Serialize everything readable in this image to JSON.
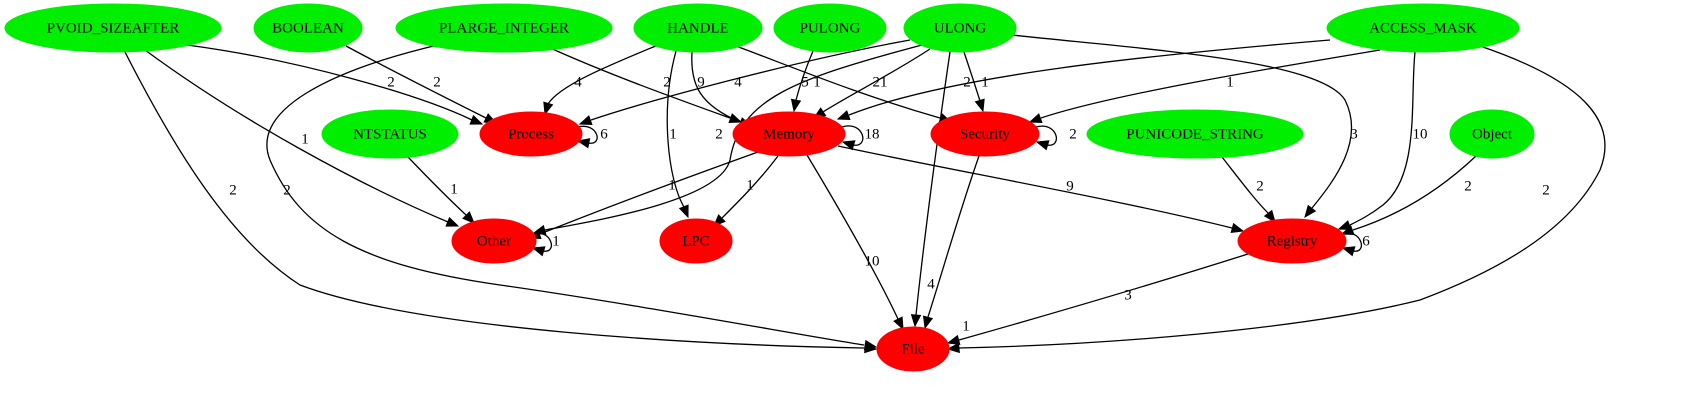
{
  "colors": {
    "type_node": "#00ee00",
    "category_node": "#ff0000",
    "edge": "#000000"
  },
  "nodes": {
    "PVOID_SIZEAFTER": "PVOID_SIZEAFTER",
    "BOOLEAN": "BOOLEAN",
    "PLARGE_INTEGER": "PLARGE_INTEGER",
    "HANDLE": "HANDLE",
    "PULONG": "PULONG",
    "ULONG": "ULONG",
    "ACCESS_MASK": "ACCESS_MASK",
    "NTSTATUS": "NTSTATUS",
    "Process": "Process",
    "Memory": "Memory",
    "Security": "Security",
    "PUNICODE_STRING": "PUNICODE_STRING",
    "Object": "Object",
    "Other": "Other",
    "LPC": "LPC",
    "Registry": "Registry",
    "File": "File"
  },
  "edges": [
    {
      "id": "e-pvoid-process",
      "from": "PVOID_SIZEAFTER",
      "to": "Process",
      "label": "2"
    },
    {
      "id": "e-pvoid-other",
      "from": "PVOID_SIZEAFTER",
      "to": "Other",
      "label": "1"
    },
    {
      "id": "e-pvoid-file",
      "from": "PVOID_SIZEAFTER",
      "to": "File",
      "label": "2"
    },
    {
      "id": "e-boolean-process",
      "from": "BOOLEAN",
      "to": "Process",
      "label": "2"
    },
    {
      "id": "e-plarge-memory",
      "from": "PLARGE_INTEGER",
      "to": "Memory",
      "label": "2"
    },
    {
      "id": "e-plarge-file",
      "from": "PLARGE_INTEGER",
      "to": "File",
      "label": "2"
    },
    {
      "id": "e-handle-process",
      "from": "HANDLE",
      "to": "Process",
      "label": "4"
    },
    {
      "id": "e-handle-memory",
      "from": "HANDLE",
      "to": "Memory",
      "label": "9"
    },
    {
      "id": "e-handle-lpc",
      "from": "HANDLE",
      "to": "LPC",
      "label": "1"
    },
    {
      "id": "e-handle-security",
      "from": "HANDLE",
      "to": "Security",
      "label": "1"
    },
    {
      "id": "e-pulong-memory",
      "from": "PULONG",
      "to": "Memory",
      "label": "5"
    },
    {
      "id": "e-ulong-process",
      "from": "ULONG",
      "to": "Process",
      "label": "4"
    },
    {
      "id": "e-ulong-memory",
      "from": "ULONG",
      "to": "Memory",
      "label": "21"
    },
    {
      "id": "e-ulong-other",
      "from": "ULONG",
      "to": "Other",
      "label": "2"
    },
    {
      "id": "e-ulong-security",
      "from": "ULONG",
      "to": "Security",
      "label": "1"
    },
    {
      "id": "e-ulong-file",
      "from": "ULONG",
      "to": "File",
      "label": "4"
    },
    {
      "id": "e-ulong-registry",
      "from": "ULONG",
      "to": "Registry",
      "label": "3"
    },
    {
      "id": "e-access-memory",
      "from": "ACCESS_MASK",
      "to": "Memory",
      "label": "2"
    },
    {
      "id": "e-access-security",
      "from": "ACCESS_MASK",
      "to": "Security",
      "label": "1"
    },
    {
      "id": "e-access-registry",
      "from": "ACCESS_MASK",
      "to": "Registry",
      "label": "10"
    },
    {
      "id": "e-access-file",
      "from": "ACCESS_MASK",
      "to": "File",
      "label": "2"
    },
    {
      "id": "e-ntstatus-other",
      "from": "NTSTATUS",
      "to": "Other",
      "label": "1"
    },
    {
      "id": "e-process-self",
      "from": "Process",
      "to": "Process",
      "label": "6"
    },
    {
      "id": "e-memory-self",
      "from": "Memory",
      "to": "Memory",
      "label": "18"
    },
    {
      "id": "e-memory-other",
      "from": "Memory",
      "to": "Other",
      "label": "1"
    },
    {
      "id": "e-memory-lpc",
      "from": "Memory",
      "to": "LPC",
      "label": "1"
    },
    {
      "id": "e-memory-file",
      "from": "Memory",
      "to": "File",
      "label": "10"
    },
    {
      "id": "e-memory-registry",
      "from": "Memory",
      "to": "Registry",
      "label": "9"
    },
    {
      "id": "e-security-self",
      "from": "Security",
      "to": "Security",
      "label": "2"
    },
    {
      "id": "e-security-file",
      "from": "Security",
      "to": "File",
      "label": "1"
    },
    {
      "id": "e-punicode-registry",
      "from": "PUNICODE_STRING",
      "to": "Registry",
      "label": "2"
    },
    {
      "id": "e-object-registry",
      "from": "Object",
      "to": "Registry",
      "label": "2"
    },
    {
      "id": "e-other-self",
      "from": "Other",
      "to": "Other",
      "label": "1"
    },
    {
      "id": "e-registry-self",
      "from": "Registry",
      "to": "Registry",
      "label": "6"
    },
    {
      "id": "e-registry-file",
      "from": "Registry",
      "to": "File",
      "label": "3"
    }
  ]
}
